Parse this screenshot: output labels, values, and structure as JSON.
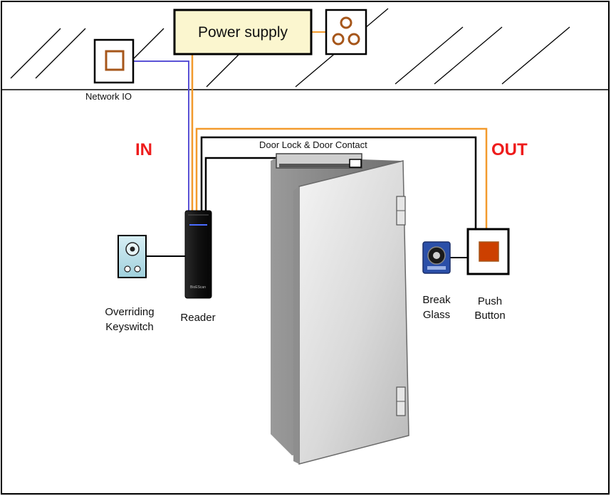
{
  "labels": {
    "power_supply": "Power supply",
    "network_io": "Network  IO",
    "in": "IN",
    "out": "OUT",
    "door_lock": "Door Lock & Door Contact",
    "override_1": "Overriding",
    "override_2": "Keyswitch",
    "reader": "Reader",
    "break_1": "Break",
    "break_2": "Glass",
    "push_1": "Push",
    "push_2": "Button",
    "reader_brand": "BioEScan"
  },
  "colors": {
    "in": "#ee1c1c",
    "out": "#ee1c1c",
    "power_box": "#fbf6cf",
    "network_wire": "#5a52d6",
    "power_wire": "#f39a2c",
    "control_wire": "#000000",
    "device_brown": "#a6561a",
    "push_red": "#cc4000",
    "break_glass_blue": "#2b4fa8"
  }
}
